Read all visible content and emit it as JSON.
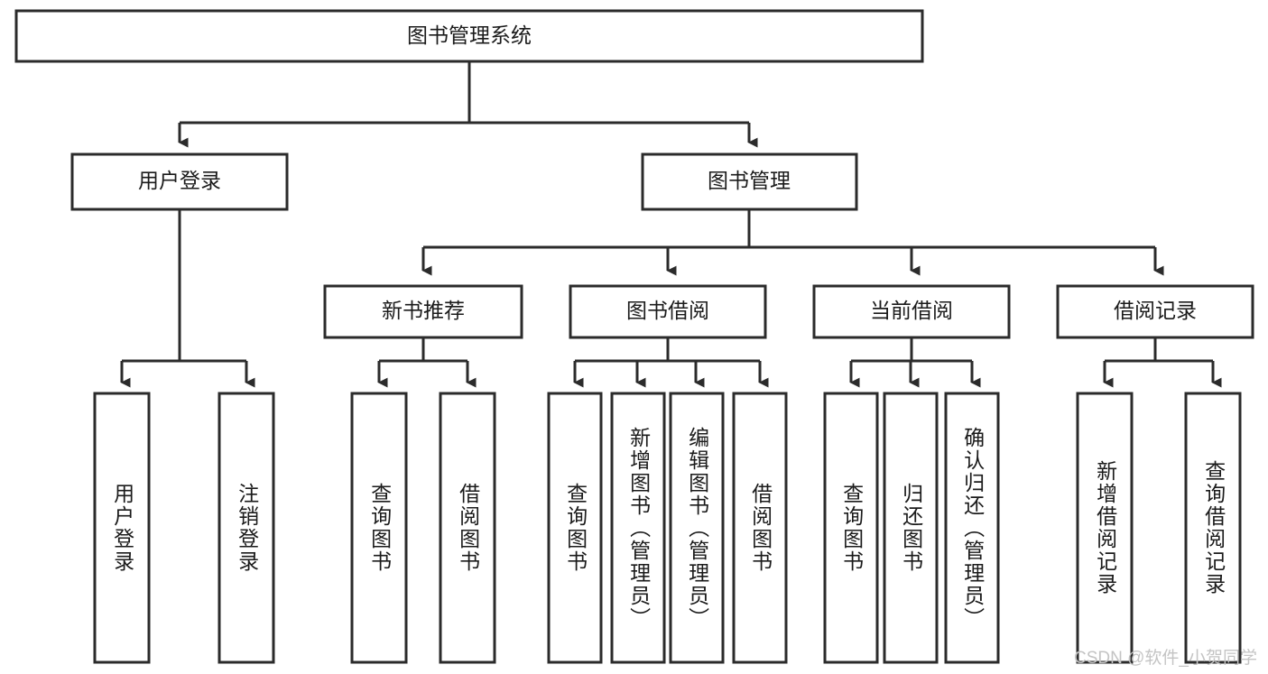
{
  "diagram": {
    "title": "图书管理系统",
    "type": "hierarchy-tree",
    "watermark": "CSDN @软件_小贺同学",
    "colors": {
      "stroke": "#2b2b2b",
      "box_fill": "#ffffff",
      "text": "#1b1b1b",
      "background": "#ffffff",
      "watermark": "#c4c4c4"
    },
    "root": {
      "label": "图书管理系统"
    },
    "level2": [
      {
        "label": "用户登录"
      },
      {
        "label": "图书管理"
      }
    ],
    "level3": [
      {
        "label": "新书推荐"
      },
      {
        "label": "图书借阅"
      },
      {
        "label": "当前借阅"
      },
      {
        "label": "借阅记录"
      }
    ],
    "leaves": {
      "user_login": [
        {
          "label": "用户登录"
        },
        {
          "label": "注销登录"
        }
      ],
      "new_book_recommend": [
        {
          "label": "查询图书"
        },
        {
          "label": "借阅图书"
        }
      ],
      "book_borrow": [
        {
          "label": "查询图书"
        },
        {
          "label": "新增图书（管理员）"
        },
        {
          "label": "编辑图书（管理员）"
        },
        {
          "label": "借阅图书"
        }
      ],
      "current_borrow": [
        {
          "label": "查询图书"
        },
        {
          "label": "归还图书"
        },
        {
          "label": "确认归还（管理员）"
        }
      ],
      "borrow_record": [
        {
          "label": "新增借阅记录"
        },
        {
          "label": "查询借阅记录"
        }
      ]
    }
  }
}
